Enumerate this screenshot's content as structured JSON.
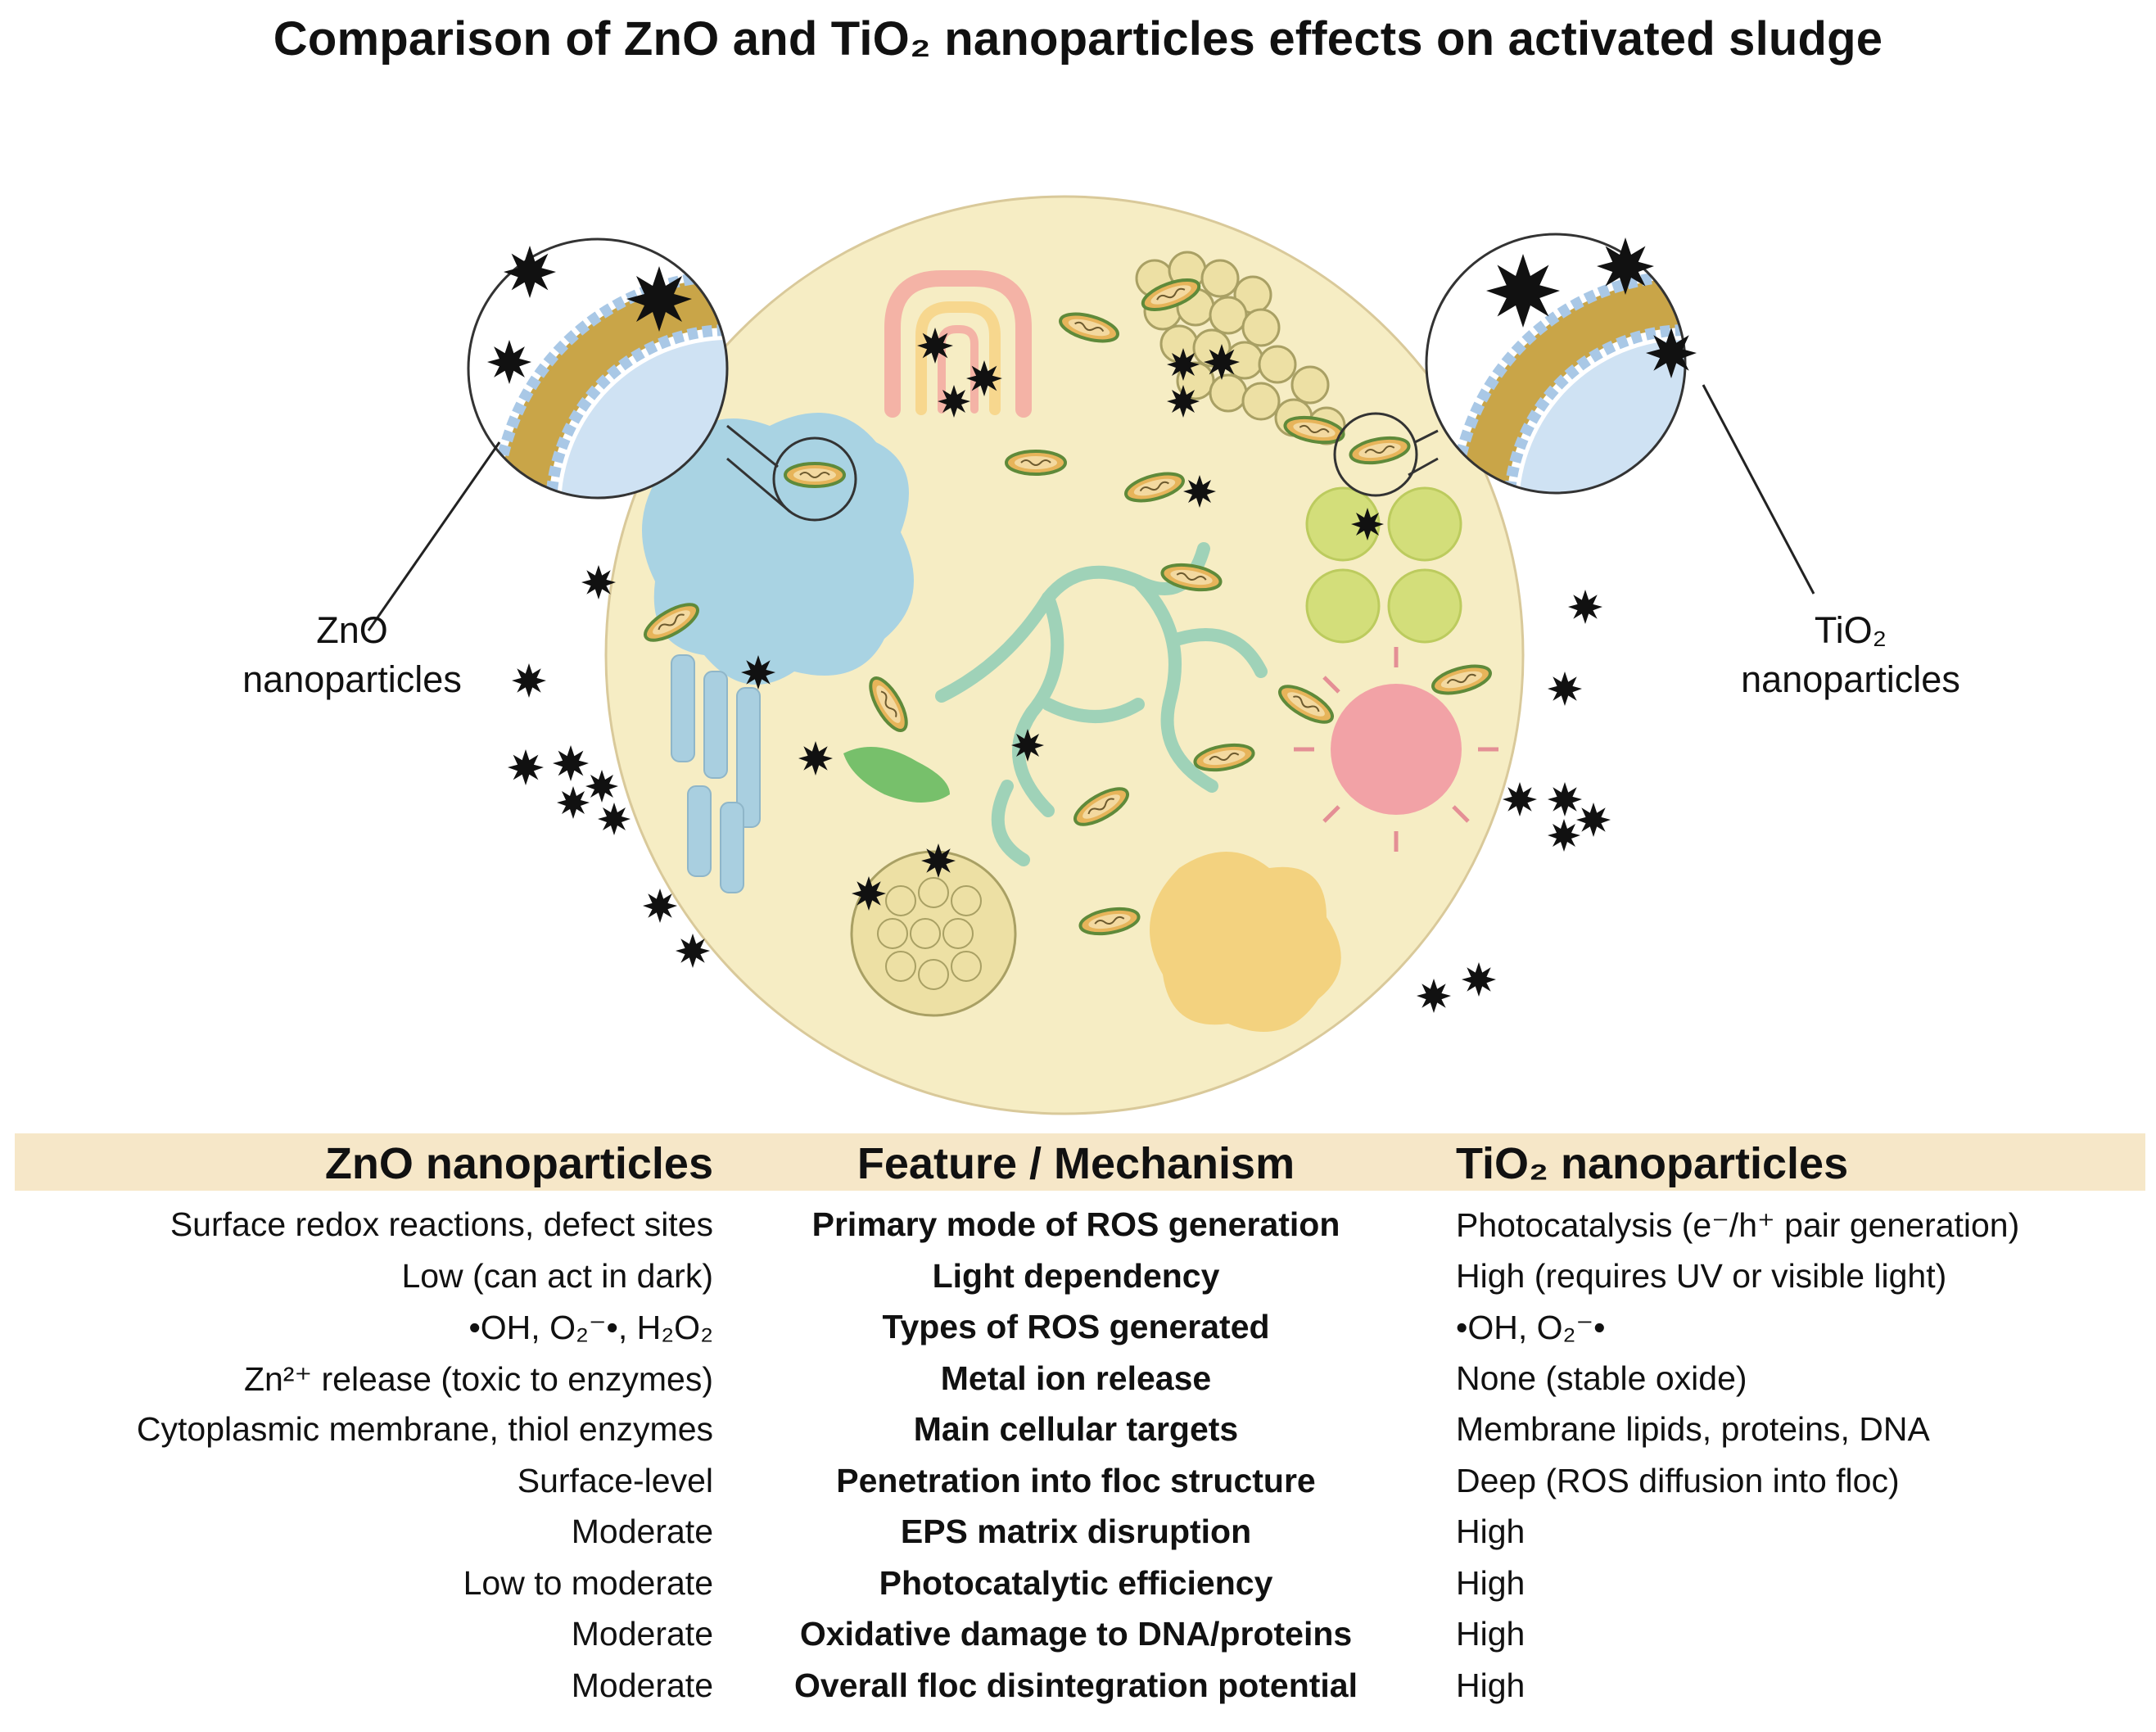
{
  "title": "Comparison of ZnO and TiO₂ nanoparticles effects on activated sludge",
  "illustration": {
    "left_label_line1": "ZnO",
    "left_label_line2": "nanoparticles",
    "right_label_line1": "TiO₂",
    "right_label_line2": "nanoparticles"
  },
  "table": {
    "headers": {
      "left": "ZnO nanoparticles",
      "middle": "Feature / Mechanism",
      "right": "TiO₂ nanoparticles"
    },
    "rows": [
      {
        "zno": "Surface redox reactions, defect sites",
        "feature": "Primary mode of ROS generation",
        "tio2": "Photocatalysis (e⁻/h⁺ pair generation)"
      },
      {
        "zno": "Low (can act in dark)",
        "feature": "Light dependency",
        "tio2": "High (requires UV or visible light)"
      },
      {
        "zno": "•OH, O₂⁻•, H₂O₂",
        "feature": "Types of ROS generated",
        "tio2": "•OH, O₂⁻•"
      },
      {
        "zno": "Zn²⁺ release (toxic to enzymes)",
        "feature": "Metal ion release",
        "tio2": "None (stable oxide)"
      },
      {
        "zno": "Cytoplasmic membrane, thiol enzymes",
        "feature": "Main cellular targets",
        "tio2": "Membrane lipids, proteins, DNA"
      },
      {
        "zno": "Surface-level",
        "feature": "Penetration into floc structure",
        "tio2": "Deep (ROS diffusion into floc)"
      },
      {
        "zno": "Moderate",
        "feature": "EPS matrix disruption",
        "tio2": "High"
      },
      {
        "zno": "Low to moderate",
        "feature": "Photocatalytic efficiency",
        "tio2": "High"
      },
      {
        "zno": "Moderate",
        "feature": "Oxidative damage to DNA/proteins",
        "tio2": "High"
      },
      {
        "zno": "Moderate",
        "feature": "Overall floc disintegration potential",
        "tio2": "High"
      }
    ]
  },
  "colors": {
    "floc": "#f6edc4",
    "header_band": "#f6e7c8",
    "nanoparticle": "#111111",
    "bacteria": "#e7b45a",
    "membrane_head": "#a9c8e6",
    "membrane_tail": "#c9a548"
  }
}
